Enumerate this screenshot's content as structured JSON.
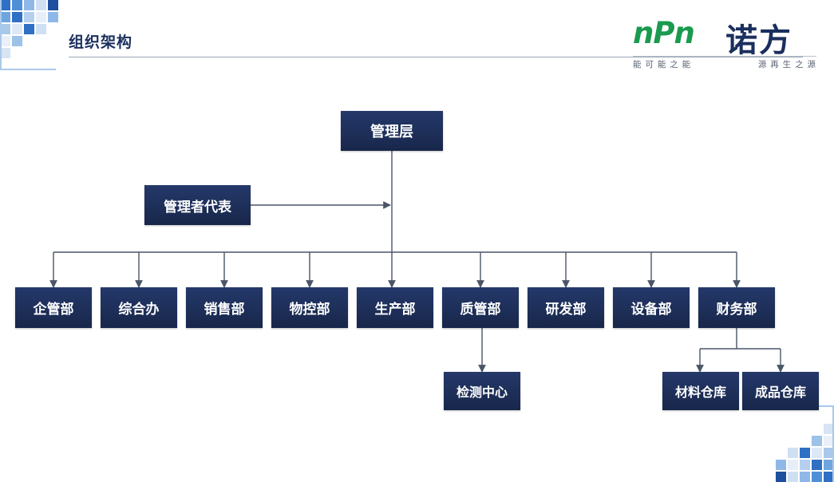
{
  "header": {
    "title": "组织架构"
  },
  "logo": {
    "mark": "nPn",
    "name": "诺方",
    "tagline_left": "能 可 能 之 能",
    "tagline_right": "源 再 生 之 源",
    "mark_color": "#1a9a4e",
    "name_color": "#1b2f5e"
  },
  "chart_data": {
    "type": "org-chart",
    "node_color": "#1d2e57",
    "node_text_color": "#ffffff",
    "connector_color": "#4a5568",
    "root": {
      "label": "管理层"
    },
    "staff": {
      "label": "管理者代表"
    },
    "departments": [
      {
        "label": "企管部"
      },
      {
        "label": "综合办"
      },
      {
        "label": "销售部"
      },
      {
        "label": "物控部"
      },
      {
        "label": "生产部"
      },
      {
        "label": "质管部"
      },
      {
        "label": "研发部"
      },
      {
        "label": "设备部"
      },
      {
        "label": "财务部"
      }
    ],
    "sub_nodes": [
      {
        "label": "检测中心",
        "parent": "质管部"
      },
      {
        "label": "材料仓库",
        "parent": "财务部"
      },
      {
        "label": "成品仓库",
        "parent": "财务部"
      }
    ]
  }
}
